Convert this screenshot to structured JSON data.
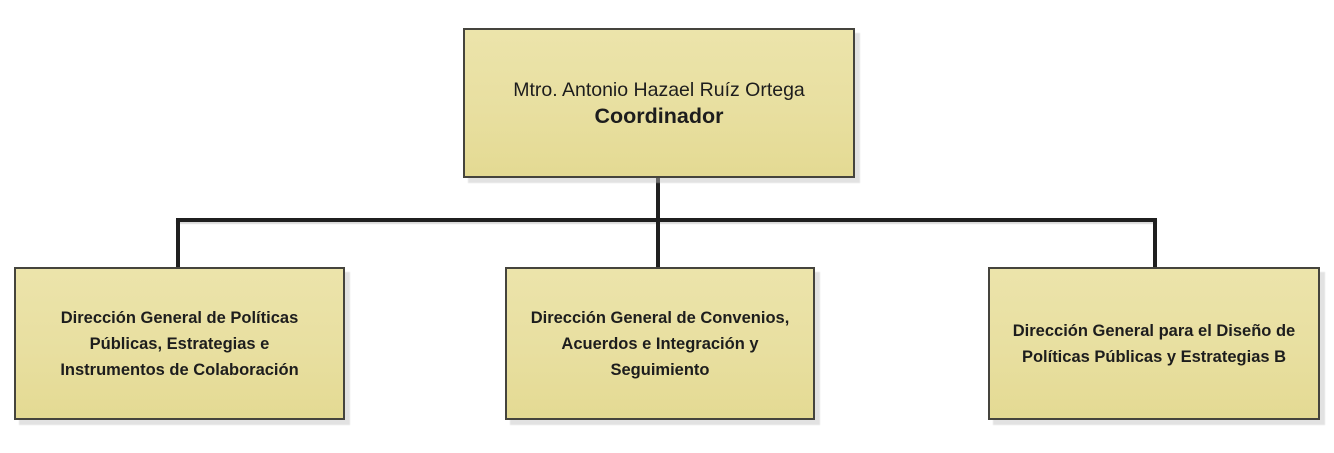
{
  "chart_data": {
    "type": "org-chart",
    "title": "",
    "root": {
      "name": "Mtro. Antonio Hazael Ruíz Ortega",
      "title": "Coordinador"
    },
    "children": [
      {
        "label": "Dirección General de Políticas Públicas, Estrategias e Instrumentos de Colaboración"
      },
      {
        "label": "Dirección General de Convenios, Acuerdos e Integración y Seguimiento"
      },
      {
        "label": "Dirección General para el Diseño de Políticas Públicas y Estrategias B"
      }
    ],
    "colors": {
      "box_fill_top": "#ece4ab",
      "box_fill_bottom": "#e4da93",
      "box_border": "#45443d",
      "connector": "#1f1f1f",
      "text": "#1d1d1d",
      "background": "#ffffff",
      "shadow": "#e0e0e0"
    }
  }
}
